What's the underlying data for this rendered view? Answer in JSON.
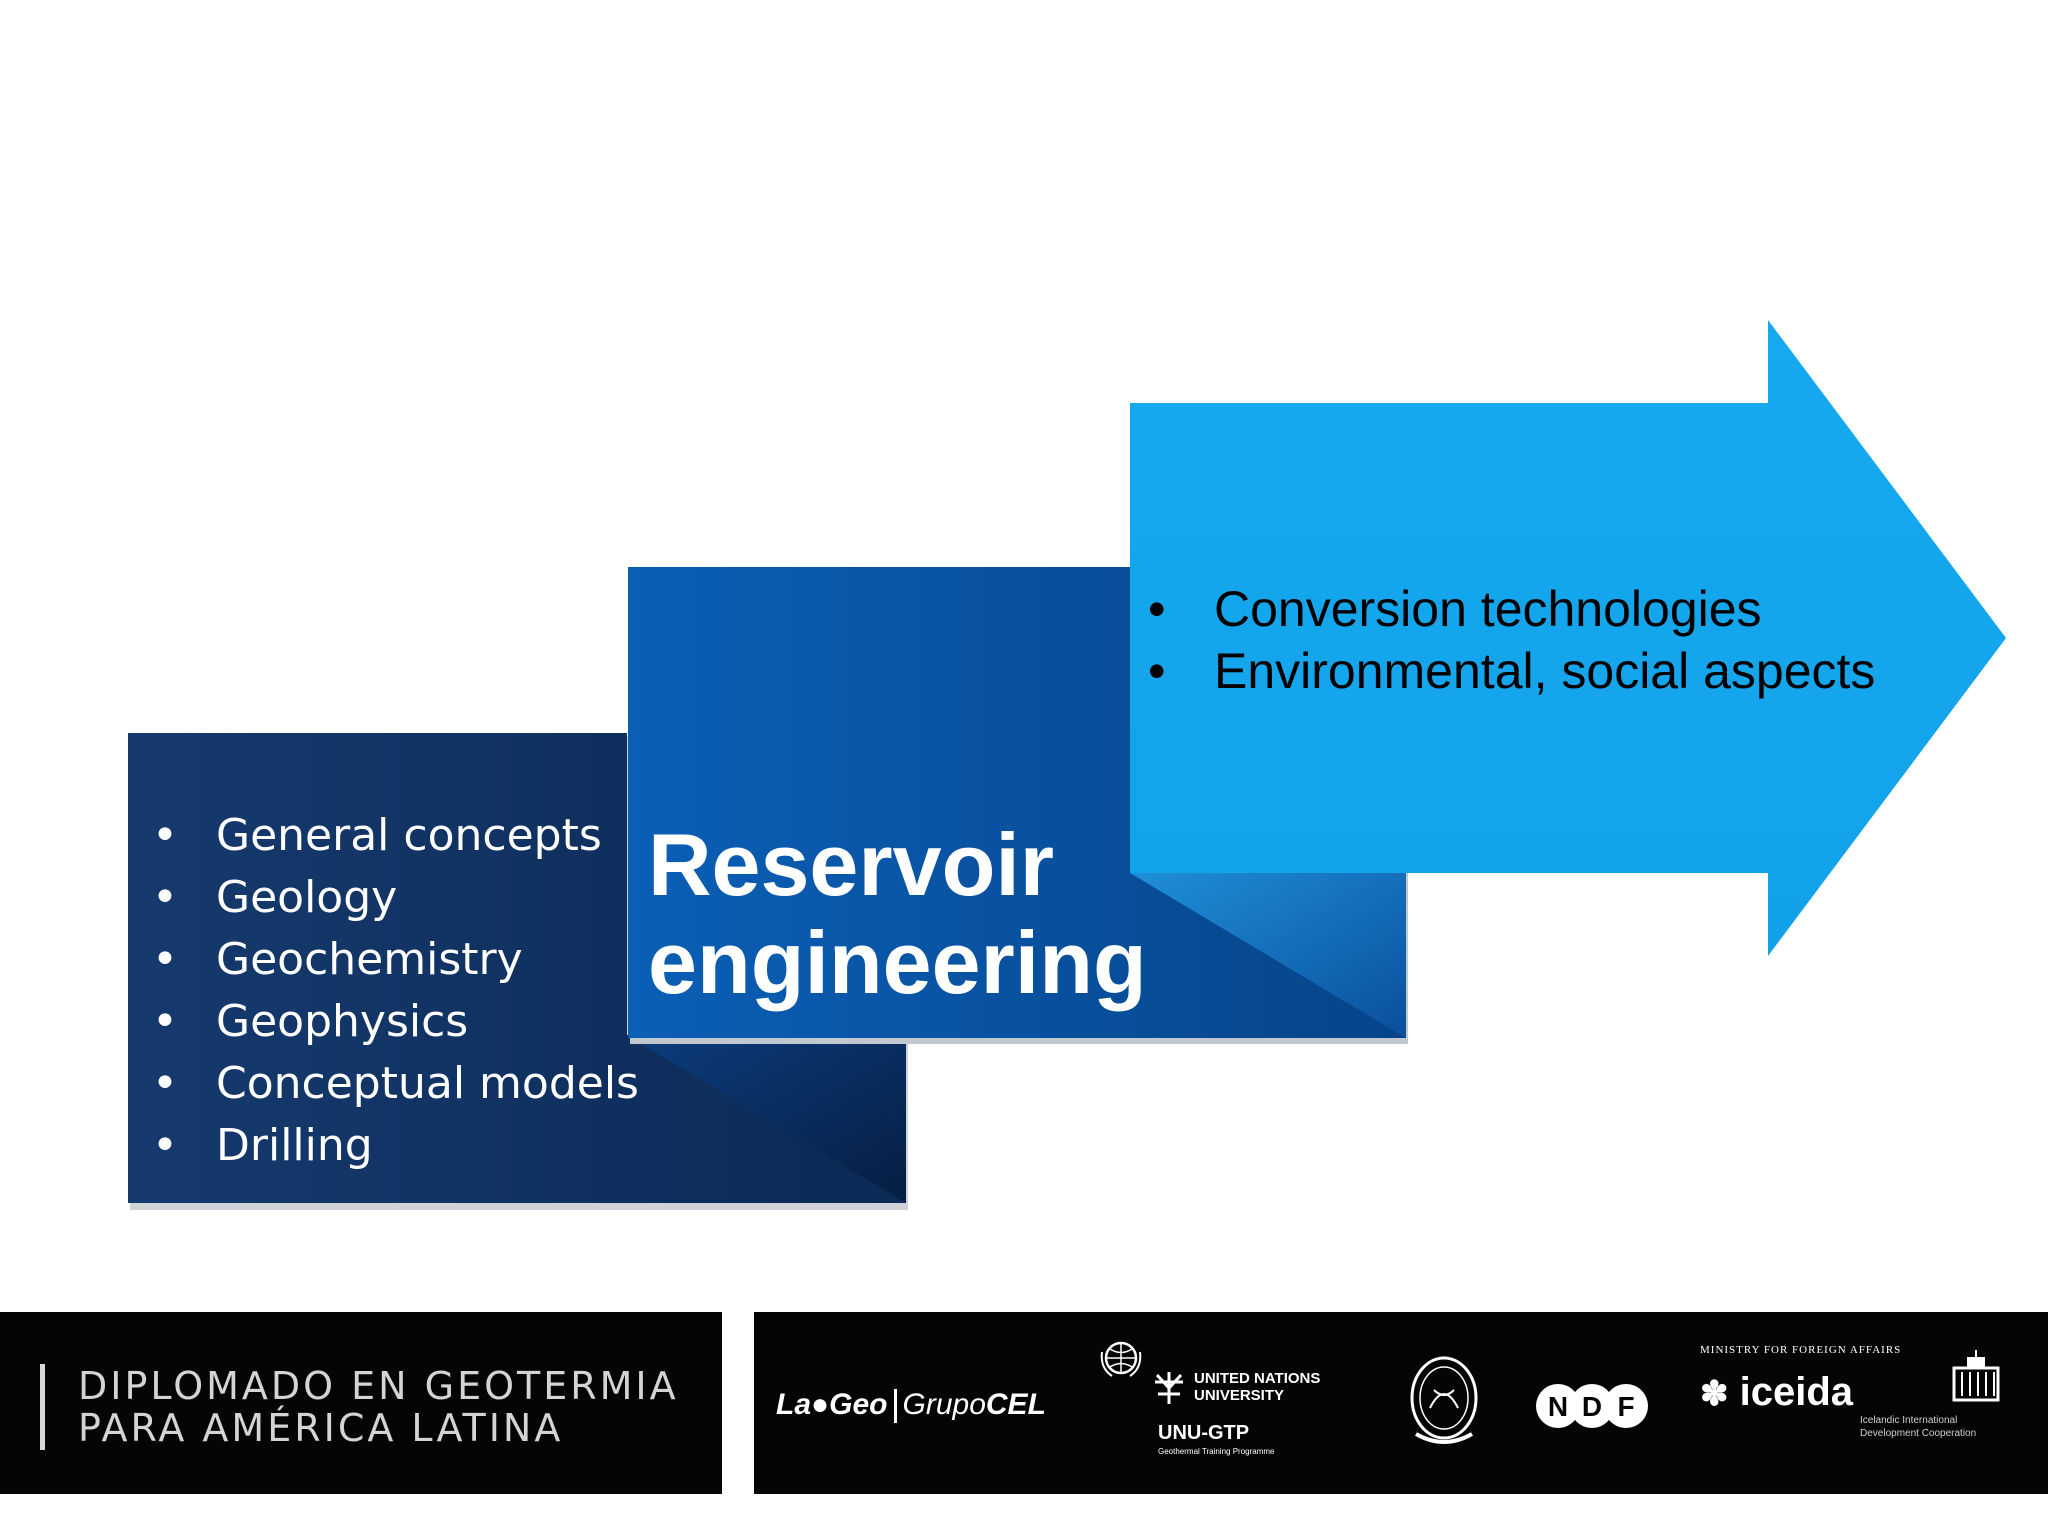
{
  "diagram": {
    "steps": [
      {
        "items": [
          "General concepts",
          "Geology",
          "Geochemistry",
          "Geophysics",
          "Conceptual models",
          "Drilling"
        ]
      },
      {
        "title_line1": "Reservoir",
        "title_line2": "engineering"
      },
      {
        "items": [
          "Conversion technologies",
          "Environmental, social aspects"
        ]
      }
    ],
    "bullet": "•",
    "colors": {
      "step1": "#0d2f5f",
      "step2": "#0a57a8",
      "step3": "#14a9ef"
    }
  },
  "footer": {
    "program_line1": "DIPLOMADO EN GEOTERMIA",
    "program_line2": "PARA AMÉRICA LATINA",
    "logos": {
      "lageo": "La",
      "lageo_geo": "Geo",
      "grupo": "Grupo",
      "cel": "CEL",
      "unu_line1": "UNITED NATIONS",
      "unu_line2": "UNIVERSITY",
      "unu_gtp": "UNU-GTP",
      "unu_sub": "Geothermal Training Programme",
      "ndf": "NDF",
      "ministry": "MINISTRY FOR FOREIGN AFFAIRS",
      "iceida": "iceida",
      "iceida_sub1": "Icelandic International",
      "iceida_sub2": "Development Cooperation"
    }
  }
}
